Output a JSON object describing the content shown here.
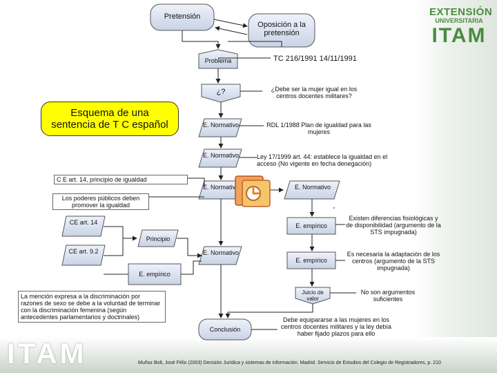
{
  "title_lines": [
    "Esquema de una",
    "sentencia de T C español"
  ],
  "logo": {
    "line1": "EXTENSIÓN",
    "line2": "UNIVERSITARIA",
    "line3": "ITAM"
  },
  "bottom_logo": "ITAM",
  "footer": "Muñoz Bolt, José Félix (2003) Decisión Jurídica y sistemas de información. Madrid. Servicio de Estudios del Colegio de Registradores, p. 210",
  "nodes": {
    "pretension": "Pretensión",
    "oposicion": "Oposición a la pretensión",
    "problema": "Problema",
    "q": "¿?",
    "en1": "E. Normativo",
    "en2": "E. Normativo",
    "en3": "E. Normativo",
    "en4": "E. Normativo",
    "en_right": "E. Normativo",
    "principio": "Principio",
    "ce141": "CE art. 14",
    "ce92": "CE art. 9.2",
    "e_empirico_left": "E. empírico",
    "e_empirico_1": "E. empírico",
    "e_empirico_2": "E. empírico",
    "juicio_valor": "Juicio de valor",
    "conclusion": "Conclusión"
  },
  "annotations": {
    "tc": "TC 216/1991 14/11/1991",
    "question": "¿Debe ser la mujer igual en los centros docentes militares?",
    "rd": "RDL 1/1988 Plan de igualdad para las mujeres",
    "ley": "Ley 17/1999 art. 44: establece la igualdad en el acceso (No vigente en fecha denegación)",
    "ce14": "C E art. 14, principio de igualdad",
    "poderes": "Los poderes públicos deben promover la igualdad",
    "diferencias": "Existen diferencias fisiológicas y de disponibilidad (argumento de la STS impugnada)",
    "adaptacion": "Es necesaria la adaptación de los centros (argumento de la STS impugnada)",
    "no_argumentos": "No son argumentos suficientes",
    "mencion": "La mención expresa a la discriminación por razones de sexo se debe a la voluntad de terminar con la discriminación femenina (según antecedentes parlamentarios y doctrinales)",
    "conclusion_text": "Debe equipararse a las mujeres en los centros docentes militares y la ley debía haber fijado plazos para ello"
  },
  "colors": {
    "shape_fill": "#dfe6f2",
    "title_fill": "#ffff00",
    "logo_green": "#4a8c3f"
  }
}
